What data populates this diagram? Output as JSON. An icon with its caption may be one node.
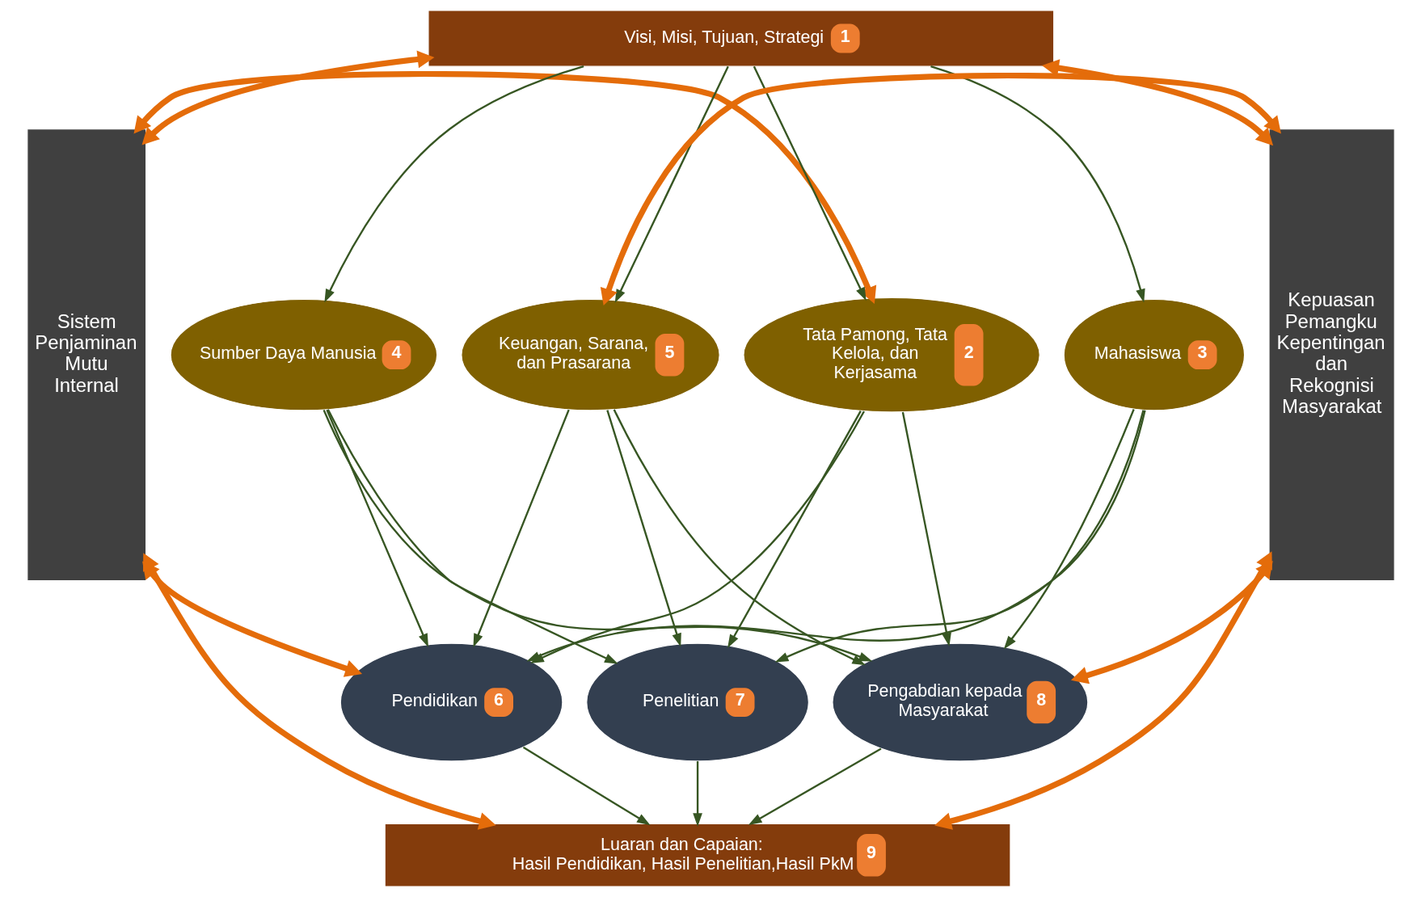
{
  "diagram": {
    "nodes": [
      {
        "text": [
          "Sistem Penjaminan Mutu Internal"
        ]
      },
      {
        "text": [
          "Visi, Misi, Tujuan, Strategi",
          "1"
        ]
      },
      {
        "text": [
          "Tata Pamong, Tata Kelola, dan Kerjasama",
          "2"
        ]
      },
      {
        "text": [
          "Mahasiswa",
          "3"
        ]
      },
      {
        "text": [
          "Sumber Daya Manusia",
          "4"
        ]
      },
      {
        "text": [
          "Keuangan, Sarana, dan Prasarana",
          "5"
        ]
      },
      {
        "text": [
          "Pendidikan",
          "6"
        ]
      },
      {
        "text": [
          "Penelitian",
          "7"
        ]
      },
      {
        "text": [
          "Pengabdian kepada Masyarakat",
          "8"
        ]
      },
      {
        "text": [
          "Luaran dan Capaian:",
          "Hasil Pendidikan, Hasil Penelitian,Hasil PkM",
          "9"
        ]
      },
      {
        "text": [
          "Kepuasan Pemangku Kepentingan dan Rekognisi Masyarakat"
        ]
      }
    ],
    "edges": [
      {
        "from": 1,
        "to": 2,
        "arrow": "to"
      },
      {
        "from": 1,
        "to": 3,
        "arrow": "to"
      },
      {
        "from": 1,
        "to": 4,
        "arrow": "to"
      },
      {
        "from": 1,
        "to": 5,
        "arrow": "to"
      },
      {
        "from": 2,
        "to": 6,
        "arrow": "to"
      },
      {
        "from": 2,
        "to": 7,
        "arrow": "to"
      },
      {
        "from": 2,
        "to": 8,
        "arrow": "to"
      },
      {
        "from": 3,
        "to": 6,
        "arrow": "to"
      },
      {
        "from": 3,
        "to": 7,
        "arrow": "to"
      },
      {
        "from": 3,
        "to": 8,
        "arrow": "to"
      },
      {
        "from": 4,
        "to": 6,
        "arrow": "to"
      },
      {
        "from": 4,
        "to": 7,
        "arrow": "to"
      },
      {
        "from": 4,
        "to": 8,
        "arrow": "to"
      },
      {
        "from": 5,
        "to": 6,
        "arrow": "to"
      },
      {
        "from": 5,
        "to": 7,
        "arrow": "to"
      },
      {
        "from": 5,
        "to": 8,
        "arrow": "to"
      },
      {
        "from": 6,
        "to": 9,
        "arrow": "to"
      },
      {
        "from": 7,
        "to": 9,
        "arrow": "to"
      },
      {
        "from": 8,
        "to": 9,
        "arrow": "to"
      },
      {
        "from": 0,
        "to": 1,
        "arrow": "both",
        "style": "thick",
        "color": "#e46c0a"
      },
      {
        "from": 0,
        "to": 2,
        "arrow": "both",
        "style": "thick",
        "color": "#e46c0a"
      },
      {
        "from": 0,
        "to": 6,
        "arrow": "both",
        "style": "thick",
        "color": "#e46c0a"
      },
      {
        "from": 0,
        "to": 9,
        "arrow": "both",
        "style": "thick",
        "color": "#e46c0a"
      },
      {
        "from": 1,
        "to": 10,
        "arrow": "both",
        "style": "thick",
        "color": "#e46c0a"
      },
      {
        "from": 5,
        "to": 10,
        "arrow": "both",
        "style": "thick",
        "color": "#e46c0a"
      },
      {
        "from": 8,
        "to": 10,
        "arrow": "both",
        "style": "thick",
        "color": "#e46c0a"
      },
      {
        "from": 9,
        "to": 10,
        "arrow": "both",
        "style": "thick",
        "color": "#e46c0a"
      }
    ]
  }
}
